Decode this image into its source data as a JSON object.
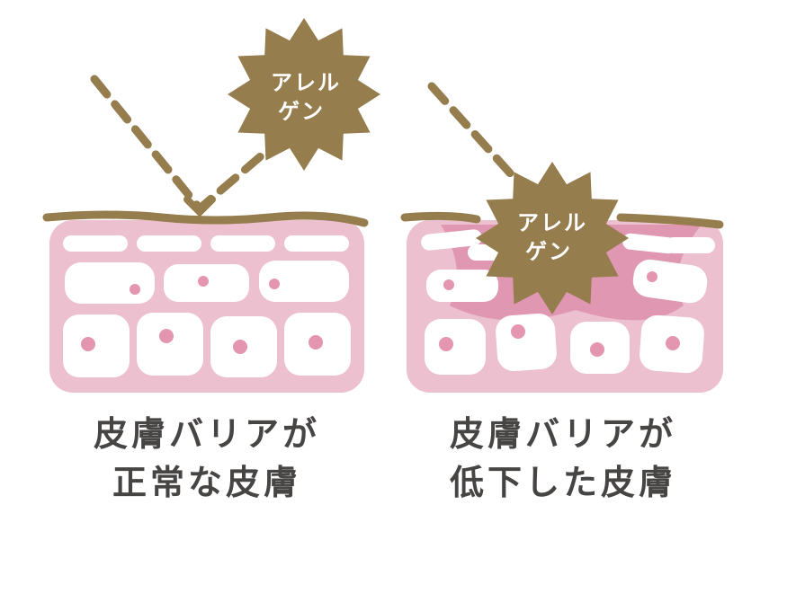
{
  "colors": {
    "brown": "#967d4e",
    "pink_light": "#ecc0cf",
    "pink_dark": "#e097b1",
    "dot": "#e496b0",
    "text": "#474444"
  },
  "left": {
    "allergen_line1": "アレル",
    "allergen_line2": "ゲン",
    "caption_line1": "皮膚バリアが",
    "caption_line2": "正常な皮膚"
  },
  "right": {
    "allergen_line1": "アレル",
    "allergen_line2": "ゲン",
    "caption_line1": "皮膚バリアが",
    "caption_line2": "低下した皮膚"
  }
}
